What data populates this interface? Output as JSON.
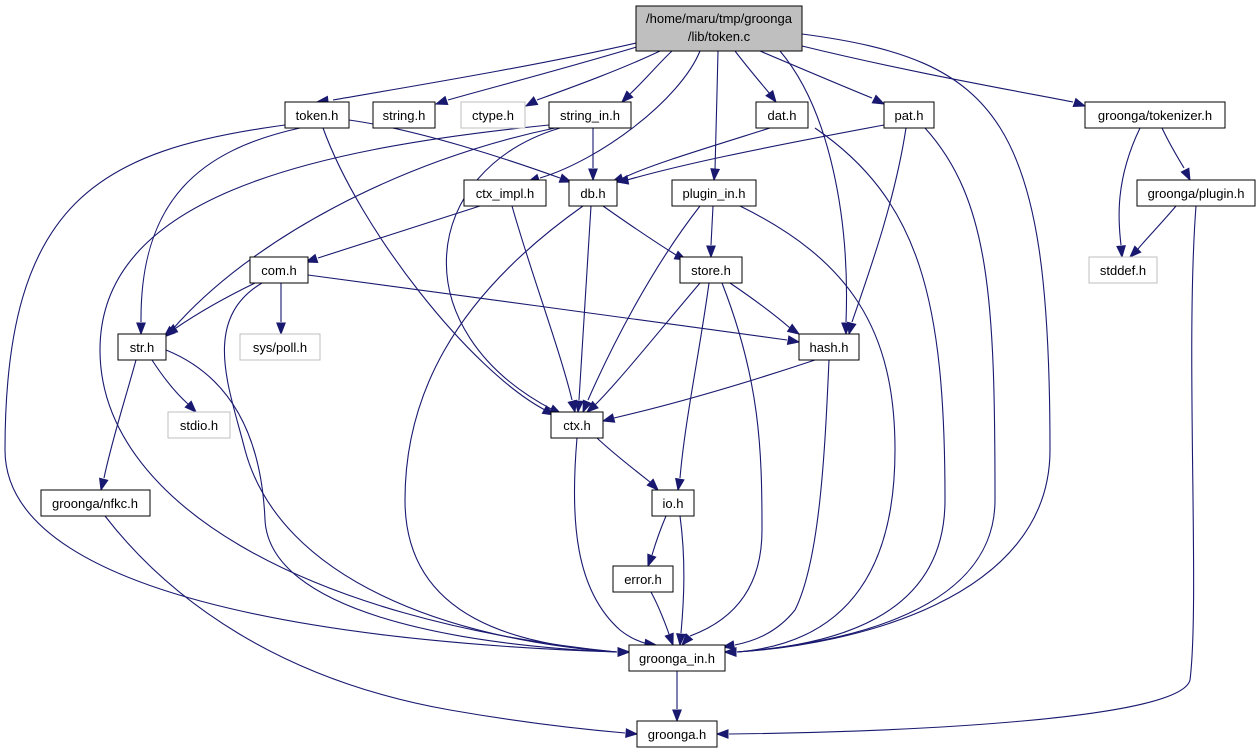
{
  "root": {
    "line1": "/home/maru/tmp/groonga",
    "line2": "/lib/token.c"
  },
  "nodes": {
    "token_h": "token.h",
    "string_h": "string.h",
    "ctype_h": "ctype.h",
    "string_in_h": "string_in.h",
    "dat_h": "dat.h",
    "pat_h": "pat.h",
    "tokenizer_h": "groonga/tokenizer.h",
    "ctx_impl_h": "ctx_impl.h",
    "db_h": "db.h",
    "plugin_in_h": "plugin_in.h",
    "plugin_h": "groonga/plugin.h",
    "com_h": "com.h",
    "store_h": "store.h",
    "stddef_h": "stddef.h",
    "str_h": "str.h",
    "sys_poll_h": "sys/poll.h",
    "hash_h": "hash.h",
    "stdio_h": "stdio.h",
    "ctx_h": "ctx.h",
    "nfkc_h": "groonga/nfkc.h",
    "io_h": "io.h",
    "error_h": "error.h",
    "groonga_in_h": "groonga_in.h",
    "groonga_h": "groonga.h"
  },
  "colors": {
    "edge": "#191970",
    "root_fill": "#bfbfbf",
    "external_border": "#bfbfbf"
  }
}
